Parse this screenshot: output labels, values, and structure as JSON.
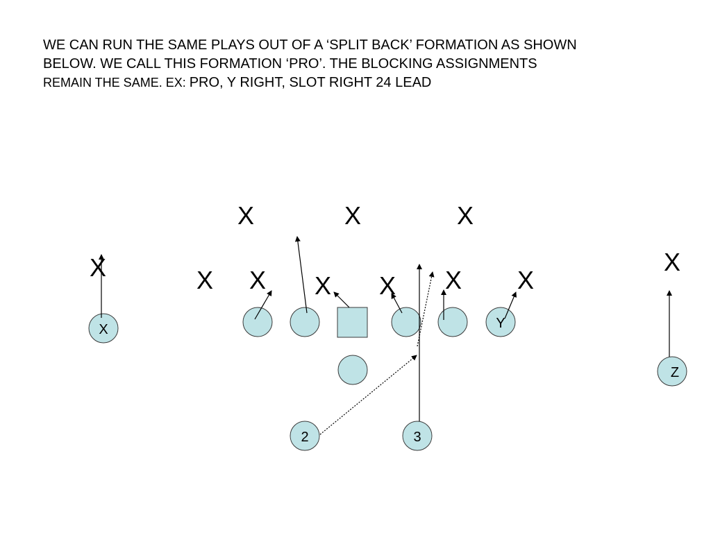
{
  "slide": {
    "line1": "WE CAN RUN THE SAME PLAYS OUT OF A ‘SPLIT BACK’ FORMATION AS SHOWN",
    "line2": "BELOW.  WE CALL THIS FORMATION ‘PRO’.  THE BLOCKING ASSIGNMENTS",
    "line3_prefix": "REMAIN THE SAME. EX: ",
    "line3_play": "PRO, Y RIGHT, SLOT RIGHT 24 LEAD"
  },
  "diagram": {
    "defender_symbol": "X",
    "player_labels": {
      "split_end": "X",
      "tight_end": "Y",
      "flanker": "Z",
      "left_back": "2",
      "right_back": "3"
    },
    "colors": {
      "player_fill": "#bfe3e6",
      "outline": "#3a3a3a",
      "route": "#000000"
    }
  }
}
